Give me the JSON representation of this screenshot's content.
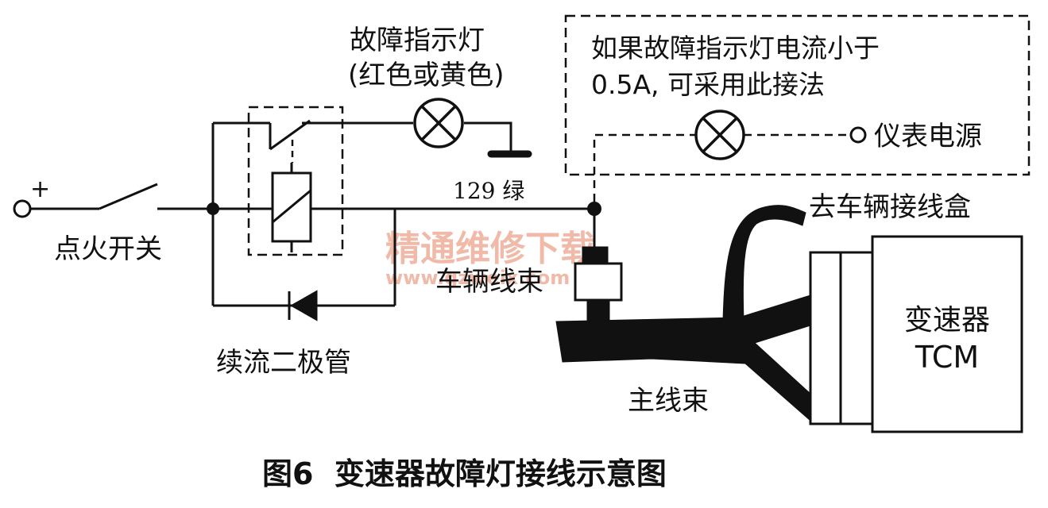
{
  "labels": {
    "plus": "+",
    "ignition_switch": "点火开关",
    "fault_lamp": "故障指示灯",
    "lamp_color": "(红色或黄色)",
    "wire": "129 绿",
    "note_line1": "如果故障指示灯电流小于",
    "note_line2": "0.5A, 可采用此接法",
    "instrument_power": "仪表电源",
    "to_junction_box": "去车辆接线盒",
    "vehicle_harness": "车辆线束",
    "diode": "续流二极管",
    "main_harness": "主线束",
    "tcm_line1": "变速器",
    "tcm_line2": "TCM",
    "caption": "图6  变速器故障灯接线示意图"
  },
  "watermark": {
    "line1": "精通维修下载",
    "line2": "www.gzweix.com",
    "color": "#f0b9a8"
  }
}
